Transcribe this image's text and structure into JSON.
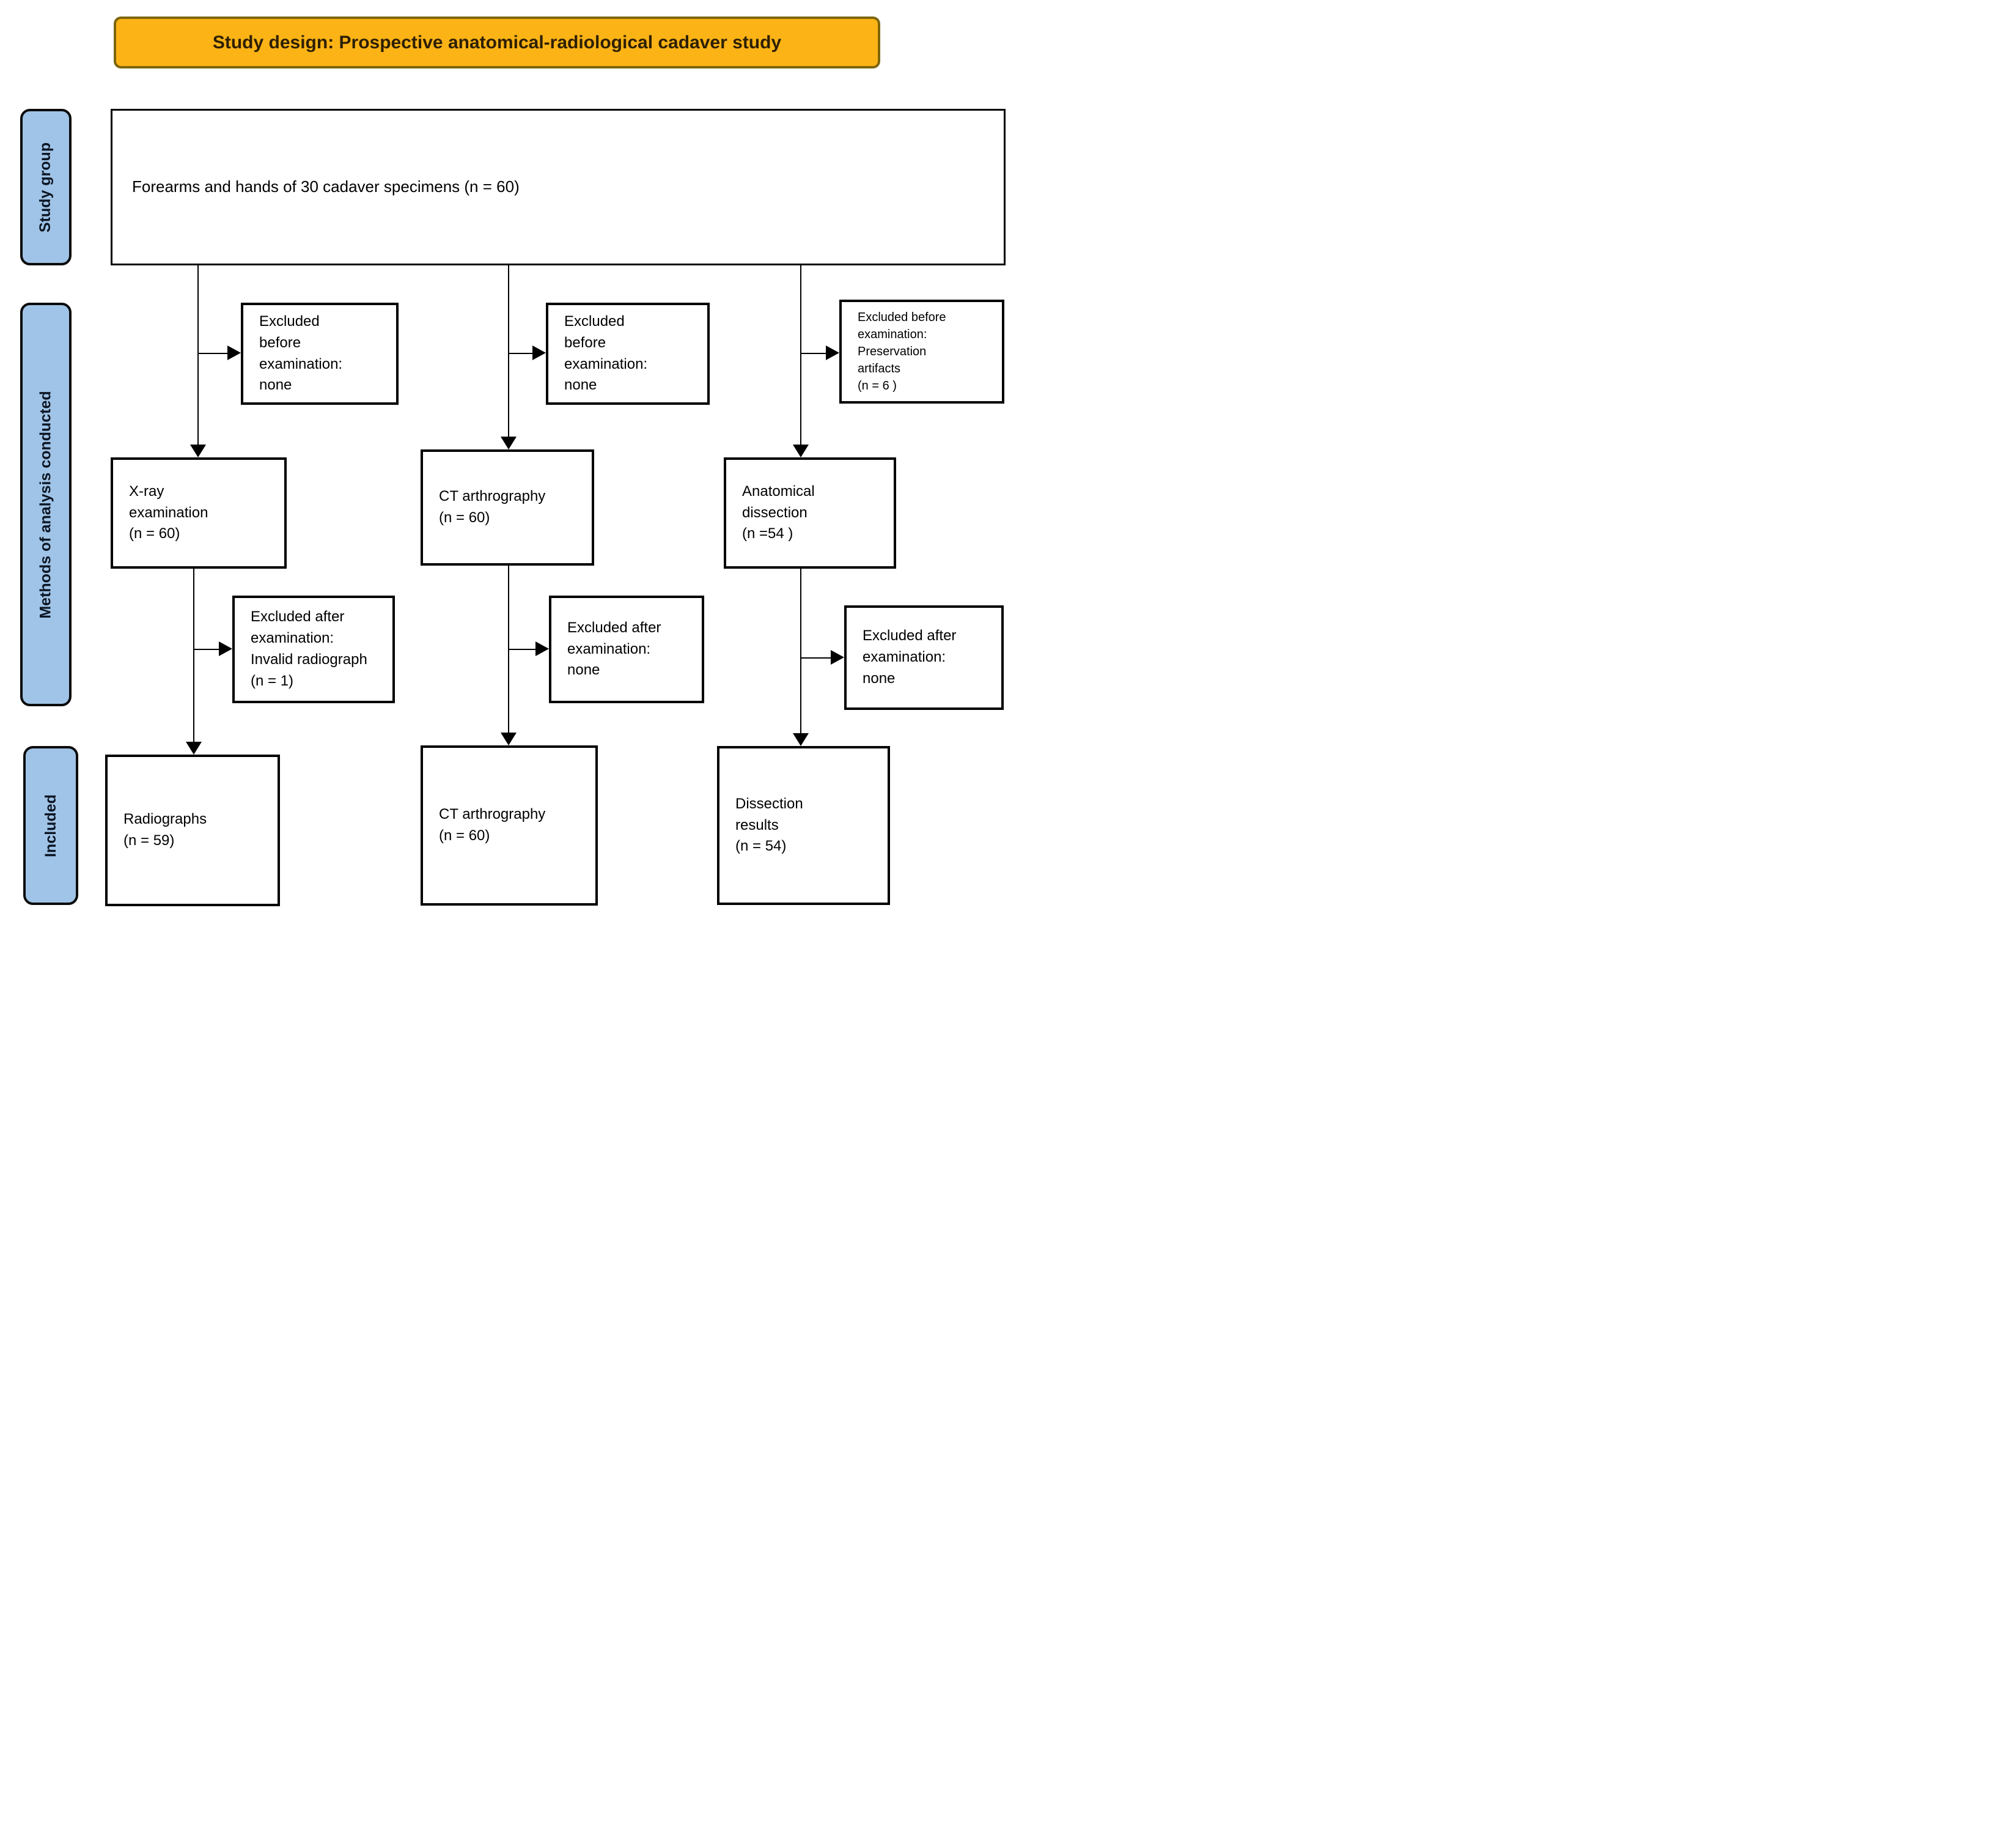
{
  "diagram": {
    "title": "Study design: Prospective anatomical-radiological cadaver study",
    "side_labels": [
      {
        "label": "Study group"
      },
      {
        "label": "Methods of analysis conducted"
      },
      {
        "label": "Included"
      }
    ],
    "study_group_box": "Forearms and hands of 30 cadaver specimens (n = 60)",
    "columns": [
      {
        "excluded_before": "Excluded\nbefore\nexamination:\nnone",
        "method": "X-ray\nexamination\n(n = 60)",
        "excluded_after": "Excluded after\nexamination:\nInvalid radiograph\n(n = 1)",
        "included": "Radiographs\n(n = 59)"
      },
      {
        "excluded_before": "Excluded\nbefore\nexamination:\nnone",
        "method": "CT arthrography\n(n = 60)",
        "excluded_after": "Excluded after\nexamination:\nnone",
        "included": "CT arthrography\n(n = 60)"
      },
      {
        "excluded_before": "Excluded before\nexamination:\nPreservation\nartifacts\n(n = 6 )",
        "method": "Anatomical\ndissection\n(n =54 )",
        "excluded_after": "Excluded after\nexamination:\nnone",
        "included": "Dissection\nresults\n(n = 54)"
      }
    ],
    "colors": {
      "title_fill": "#FCB316",
      "title_border": "#7D660A",
      "side_label_fill": "#A0C4E7",
      "box_border": "#000000",
      "connector": "#000000"
    }
  }
}
